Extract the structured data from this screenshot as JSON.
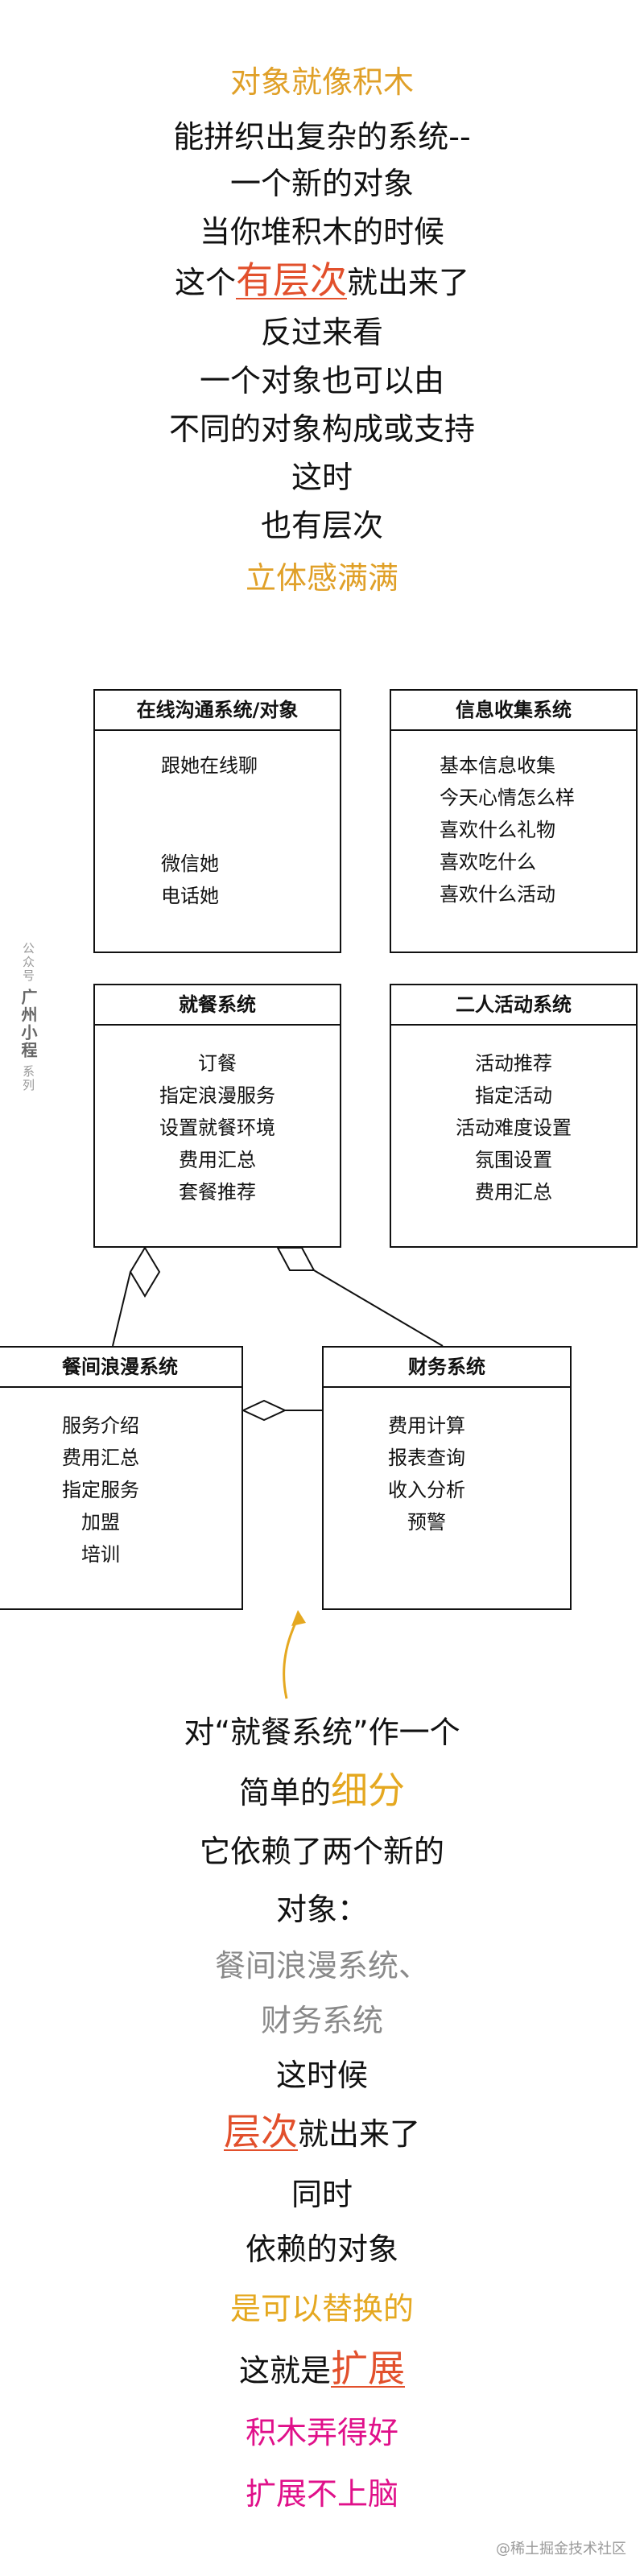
{
  "intro": {
    "l1": "对象就像积木",
    "l2": "能拼织出复杂的系统--",
    "l3": "一个新的对象",
    "l4": "当你堆积木的时候",
    "l5a": "这个",
    "l5b": "有层次",
    "l5c": "就出来了",
    "l6": "反过来看",
    "l7": "一个对象也可以由",
    "l8": "不同的对象构成或支持",
    "l9": "这时",
    "l10": "也有层次",
    "l11": "立体感满满"
  },
  "boxes": {
    "online": {
      "title": "在线沟通系统/对象",
      "items": [
        "跟她在线聊",
        "微信她",
        "电话她"
      ]
    },
    "info": {
      "title": "信息收集系统",
      "items": [
        "基本信息收集",
        "今天心情怎么样",
        "喜欢什么礼物",
        "喜欢吃什么",
        "喜欢什么活动"
      ]
    },
    "dining": {
      "title": "就餐系统",
      "items": [
        "订餐",
        "指定浪漫服务",
        "设置就餐环境",
        "费用汇总",
        "套餐推荐"
      ]
    },
    "activity": {
      "title": "二人活动系统",
      "items": [
        "活动推荐",
        "指定活动",
        "活动难度设置",
        "氛围设置",
        "费用汇总"
      ]
    },
    "romance": {
      "title": "餐间浪漫系统",
      "items": [
        "服务介绍",
        "费用汇总",
        "指定服务",
        "加盟",
        "培训"
      ]
    },
    "finance": {
      "title": "财务系统",
      "items": [
        "费用计算",
        "报表查询",
        "收入分析",
        "预警"
      ]
    }
  },
  "side": {
    "small1": "公众号",
    "strong": "广州小程",
    "small2": "系列"
  },
  "outro": {
    "l1": "对“就餐系统”作一个",
    "l2a": "简单的",
    "l2b": "细分",
    "l3": "它依赖了两个新的",
    "l4": "对象：",
    "l5": "餐间浪漫系统、",
    "l6": "财务系统",
    "l7": "这时候",
    "l8a": "层次",
    "l8b": "就出来了",
    "l9": "同时",
    "l10": "依赖的对象",
    "l11": "是可以替换的",
    "l12a": "这就是",
    "l12b": "扩展",
    "l13": "积木弄得好",
    "l14": "扩展不上脑"
  },
  "watermark": "@稀土掘金技术社区",
  "colors": {
    "orange": "#e0a028",
    "red": "#e2502c",
    "gray": "#8a8a8a",
    "yellow": "#e5a820",
    "magenta": "#e0108a"
  }
}
